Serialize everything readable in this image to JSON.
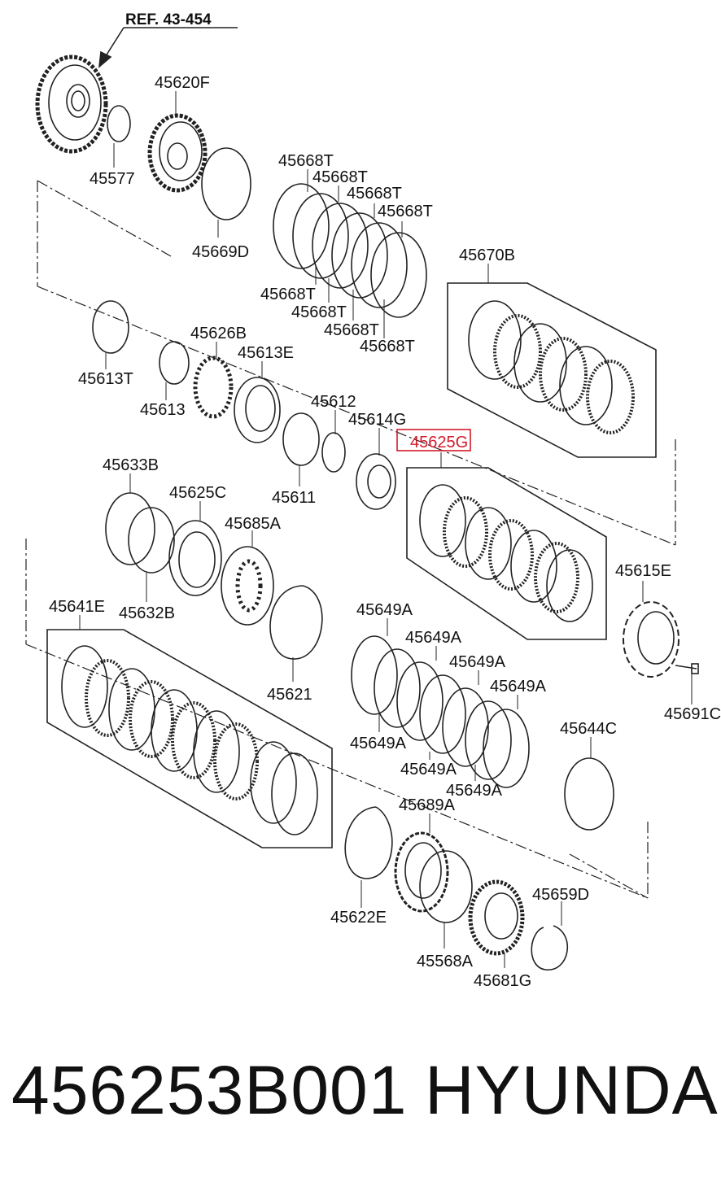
{
  "diagram": {
    "reference": "REF. 43-454",
    "highlighted_part": "45625G",
    "labels": {
      "p45620F": "45620F",
      "p45577": "45577",
      "p45669D": "45669D",
      "p45668T_1": "45668T",
      "p45668T_2": "45668T",
      "p45668T_3": "45668T",
      "p45668T_4": "45668T",
      "p45668T_5": "45668T",
      "p45668T_6": "45668T",
      "p45668T_7": "45668T",
      "p45668T_8": "45668T",
      "p45670B": "45670B",
      "p45613T": "45613T",
      "p45613": "45613",
      "p45626B": "45626B",
      "p45613E": "45613E",
      "p45612": "45612",
      "p45611": "45611",
      "p45614G": "45614G",
      "p45625G": "45625G",
      "p45633B": "45633B",
      "p45632B": "45632B",
      "p45625C": "45625C",
      "p45685A": "45685A",
      "p45615E": "45615E",
      "p45691C": "45691C",
      "p45641E": "45641E",
      "p45621": "45621",
      "p45649A_1": "45649A",
      "p45649A_2": "45649A",
      "p45649A_3": "45649A",
      "p45649A_4": "45649A",
      "p45649A_5": "45649A",
      "p45649A_6": "45649A",
      "p45649A_7": "45649A",
      "p45644C": "45644C",
      "p45689A": "45689A",
      "p45622E": "45622E",
      "p45659D": "45659D",
      "p45568A": "45568A",
      "p45681G": "45681G"
    },
    "colors": {
      "line": "#222222",
      "highlight": "#d21a2a"
    }
  },
  "footer": {
    "part_number": "456253B001",
    "brand": "HYUNDAI"
  }
}
